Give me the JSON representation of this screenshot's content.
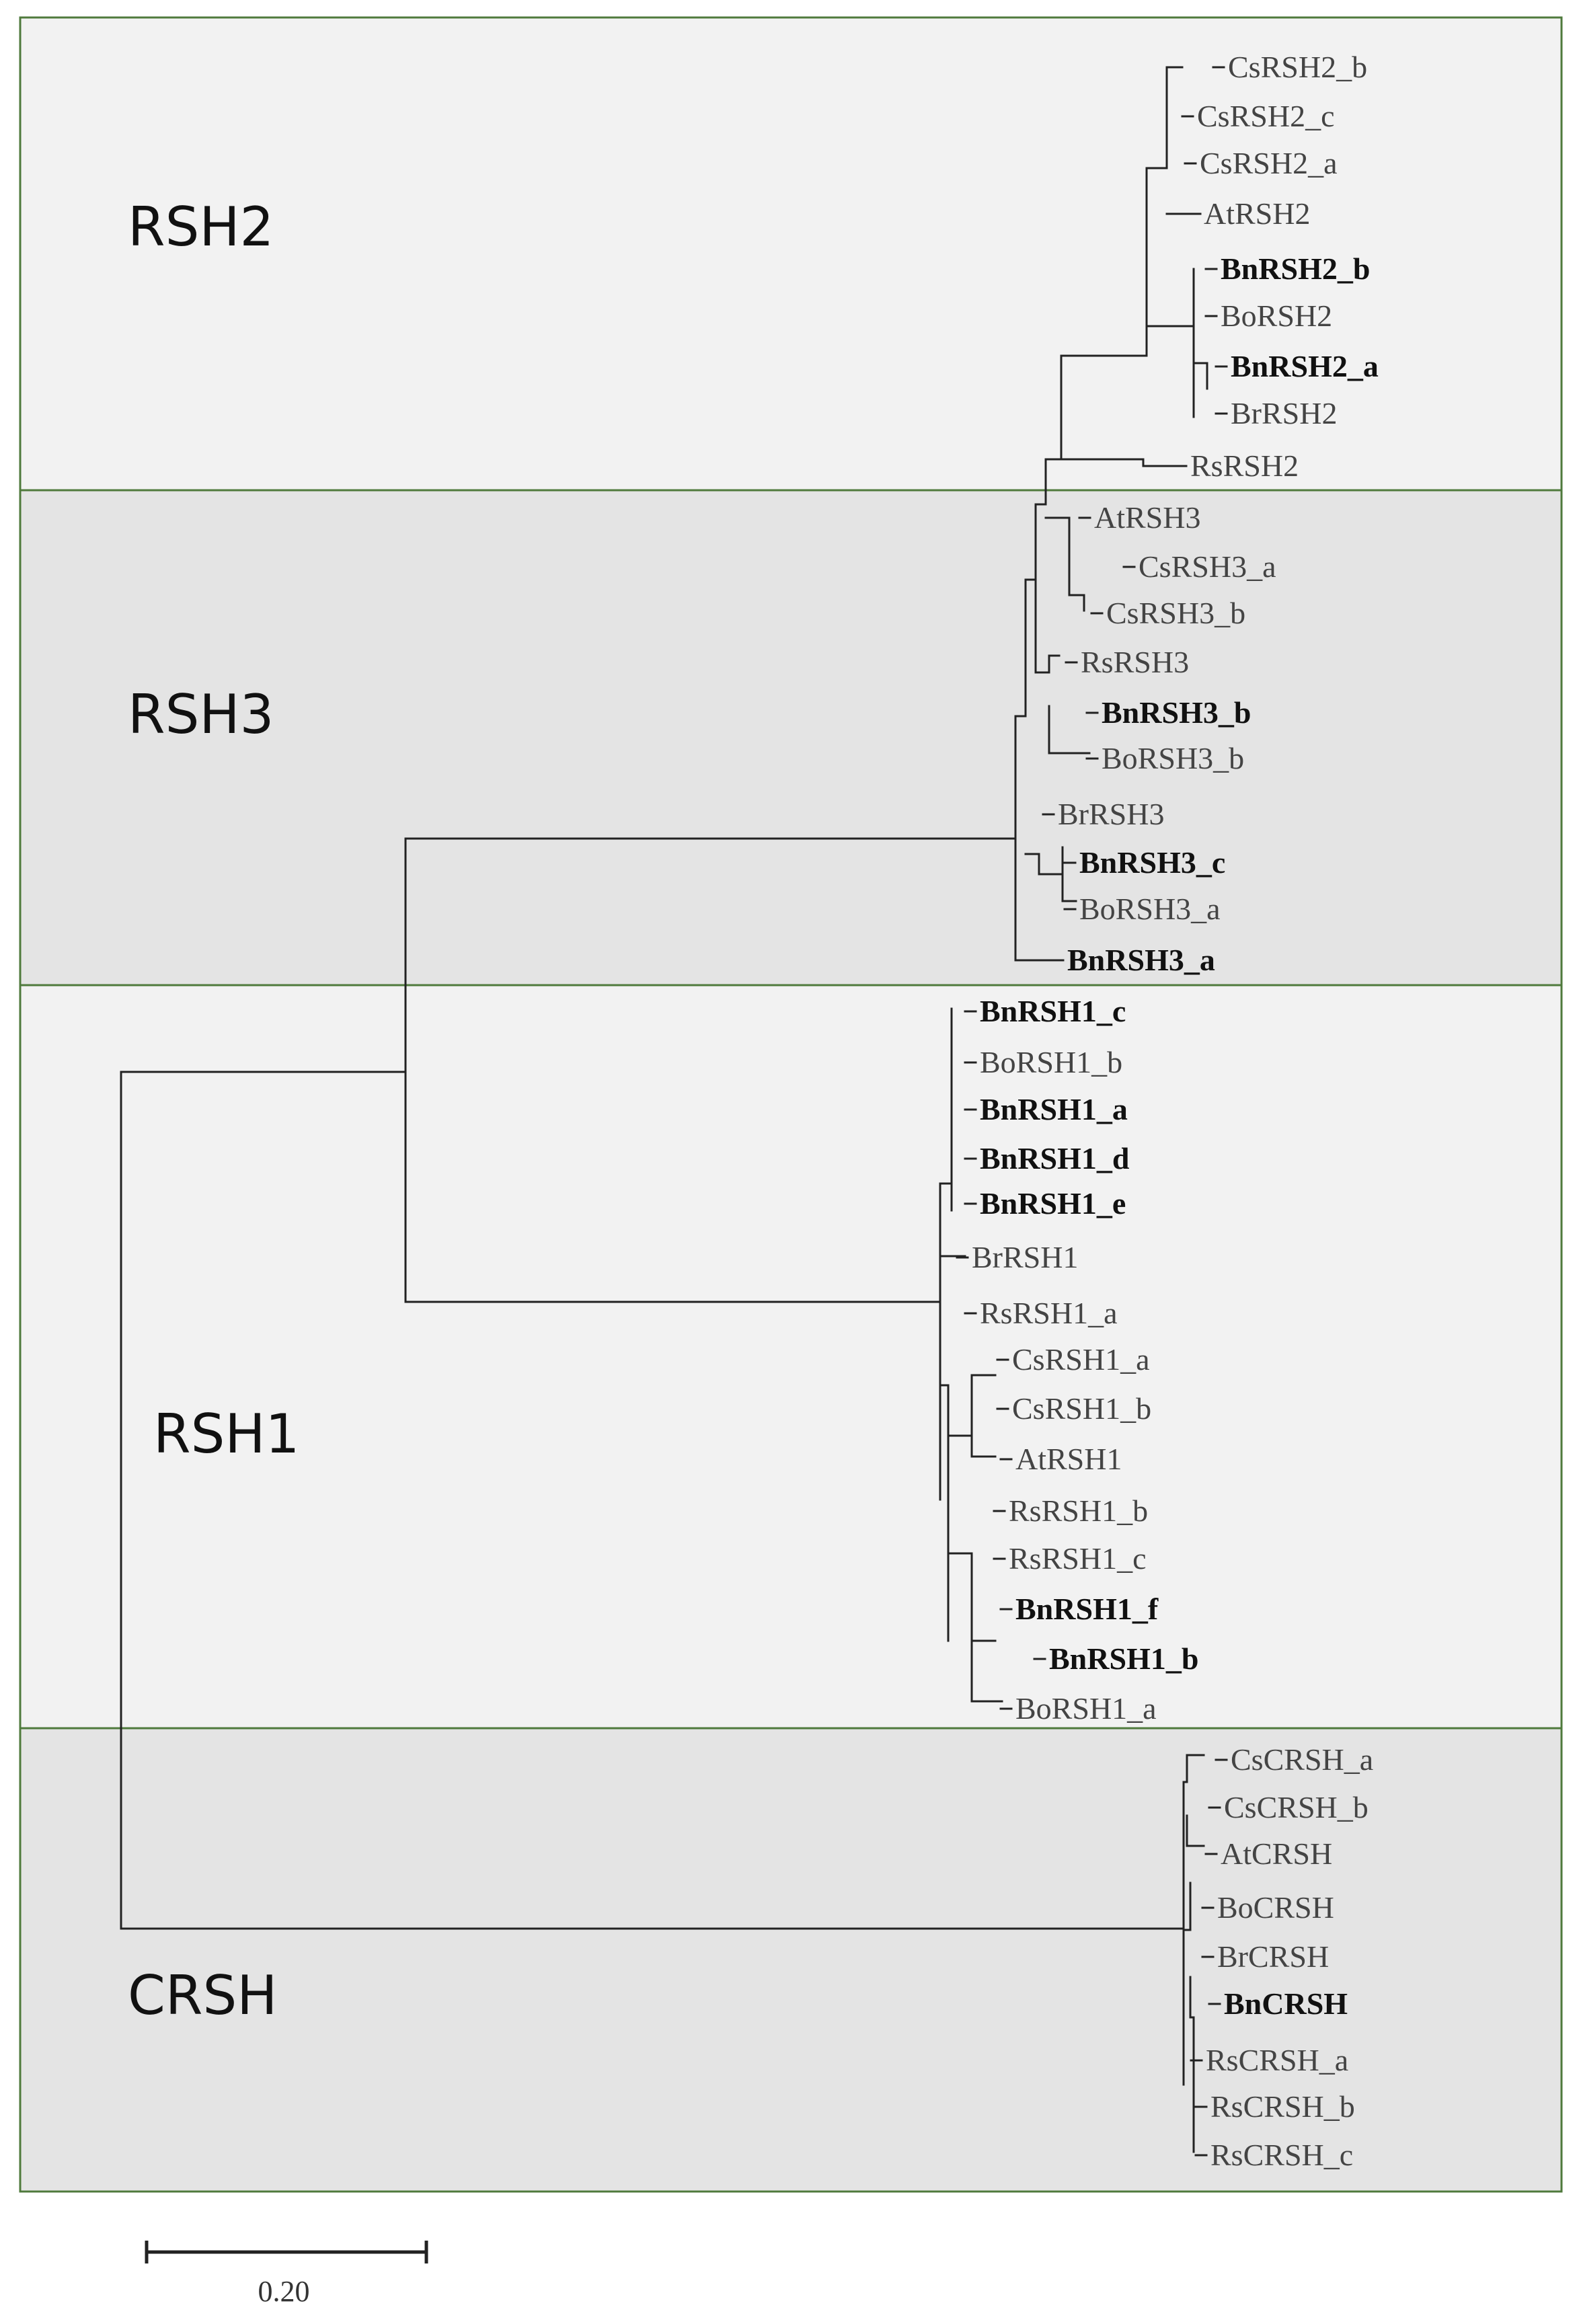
{
  "figure": {
    "clades": [
      {
        "id": "rsh2",
        "label": "RSH2",
        "shade": "#f2f2f2"
      },
      {
        "id": "rsh3",
        "label": "RSH3",
        "shade": "#e4e4e4"
      },
      {
        "id": "rsh1",
        "label": "RSH1",
        "shade": "#f2f2f2"
      },
      {
        "id": "crsh",
        "label": "CRSH",
        "shade": "#e4e4e4"
      }
    ],
    "taxa": [
      {
        "name": "CsRSH2_b",
        "bold": false
      },
      {
        "name": "CsRSH2_c",
        "bold": false
      },
      {
        "name": "CsRSH2_a",
        "bold": false
      },
      {
        "name": "AtRSH2",
        "bold": false
      },
      {
        "name": "BnRSH2_b",
        "bold": true
      },
      {
        "name": "BoRSH2",
        "bold": false
      },
      {
        "name": "BnRSH2_a",
        "bold": true
      },
      {
        "name": "BrRSH2",
        "bold": false
      },
      {
        "name": "RsRSH2",
        "bold": false
      },
      {
        "name": "AtRSH3",
        "bold": false
      },
      {
        "name": "CsRSH3_a",
        "bold": false
      },
      {
        "name": "CsRSH3_b",
        "bold": false
      },
      {
        "name": "RsRSH3",
        "bold": false
      },
      {
        "name": "BnRSH3_b",
        "bold": true
      },
      {
        "name": "BoRSH3_b",
        "bold": false
      },
      {
        "name": "BrRSH3",
        "bold": false
      },
      {
        "name": "BnRSH3_c",
        "bold": true
      },
      {
        "name": "BoRSH3_a",
        "bold": false
      },
      {
        "name": "BnRSH3_a",
        "bold": true
      },
      {
        "name": "BnRSH1_c",
        "bold": true
      },
      {
        "name": "BoRSH1_b",
        "bold": false
      },
      {
        "name": "BnRSH1_a",
        "bold": true
      },
      {
        "name": "BnRSH1_d",
        "bold": true
      },
      {
        "name": "BnRSH1_e",
        "bold": true
      },
      {
        "name": "BrRSH1",
        "bold": false
      },
      {
        "name": "RsRSH1_a",
        "bold": false
      },
      {
        "name": "CsRSH1_a",
        "bold": false
      },
      {
        "name": "CsRSH1_b",
        "bold": false
      },
      {
        "name": "AtRSH1",
        "bold": false
      },
      {
        "name": "RsRSH1_b",
        "bold": false
      },
      {
        "name": "RsRSH1_c",
        "bold": false
      },
      {
        "name": "BnRSH1_f",
        "bold": true
      },
      {
        "name": "BnRSH1_b",
        "bold": true
      },
      {
        "name": "BoRSH1_a",
        "bold": false
      },
      {
        "name": "CsCRSH_a",
        "bold": false
      },
      {
        "name": "CsCRSH_b",
        "bold": false
      },
      {
        "name": "AtCRSH",
        "bold": false
      },
      {
        "name": "BoCRSH",
        "bold": false
      },
      {
        "name": "BrCRSH",
        "bold": false
      },
      {
        "name": "BnCRSH",
        "bold": true
      },
      {
        "name": "RsCRSH_a",
        "bold": false
      },
      {
        "name": "RsCRSH_b",
        "bold": false
      },
      {
        "name": "RsCRSH_c",
        "bold": false
      }
    ],
    "scale_bar": {
      "value": "0.20"
    },
    "colors": {
      "band_border": "#4f7a3c",
      "branch": "#222222",
      "shade_light": "#f2f2f2",
      "shade_dark": "#e4e4e4"
    }
  }
}
